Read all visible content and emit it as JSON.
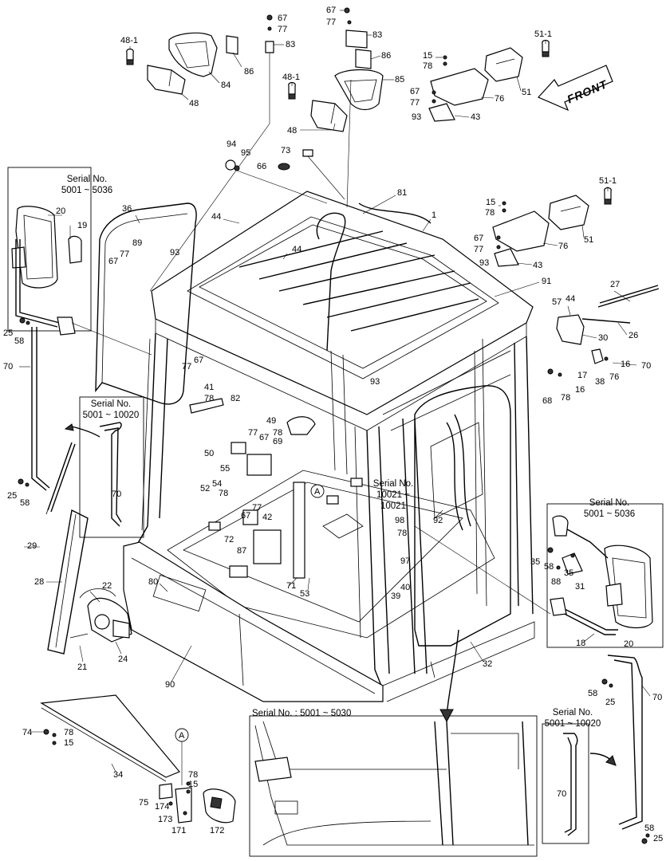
{
  "front_label": "FRONT",
  "callout_A": "A",
  "serial_notes": {
    "left_mirror": "Serial No.\n5001 ~ 5036",
    "left_handrail": "Serial No.\n5001 ~ 10020",
    "right_mirror": "Serial No.\n5001 ~ 5036",
    "mid_handrail": "Serial No.\n10021 ~\n10021",
    "bottom_inset": "Serial No. : 5001 ~ 5030",
    "right_handrail": "Serial No.\n5001 ~ 10020"
  },
  "part_labels": {
    "p1": "1",
    "p15a": "15",
    "p15b": "15",
    "p15c": "15",
    "p15d": "15",
    "p16a": "16",
    "p16b": "16",
    "p17": "17",
    "p18": "18",
    "p19": "19",
    "p20a": "20",
    "p20b": "20",
    "p21": "21",
    "p22": "22",
    "p24": "24",
    "p25a": "25",
    "p25b": "25",
    "p25c": "25",
    "p25d": "25",
    "p26": "26",
    "p27": "27",
    "p28": "28",
    "p29": "29",
    "p30": "30",
    "p31": "31",
    "p32": "32",
    "p34": "34",
    "p35a": "35",
    "p35b": "35",
    "p36": "36",
    "p38": "38",
    "p39": "39",
    "p40": "40",
    "p41": "41",
    "p42": "42",
    "p43a": "43",
    "p43b": "43",
    "p44a": "44",
    "p44b": "44",
    "p44c": "44",
    "p48a": "48",
    "p48b": "48",
    "p48_1a": "48-1",
    "p48_1b": "48-1",
    "p49": "49",
    "p50": "50",
    "p51a": "51",
    "p51b": "51",
    "p51_1a": "51-1",
    "p51_1b": "51-1",
    "p52": "52",
    "p53": "53",
    "p54": "54",
    "p55": "55",
    "p57": "57",
    "p58a": "58",
    "p58b": "58",
    "p58c": "58",
    "p58d": "58",
    "p58e": "58",
    "p66": "66",
    "p67a": "67",
    "p67b": "67",
    "p67c": "67",
    "p67d": "67",
    "p67e": "67",
    "p67f": "67",
    "p67g": "67",
    "p67h": "67",
    "p68": "68",
    "p69": "69",
    "p70a": "70",
    "p70b": "70",
    "p70c": "70",
    "p70d": "70",
    "p70e": "70",
    "p71": "71",
    "p72": "72",
    "p73": "73",
    "p74": "74",
    "p75": "75",
    "p76a": "76",
    "p76b": "76",
    "p76c": "76",
    "p77a": "77",
    "p77b": "77",
    "p77c": "77",
    "p77d": "77",
    "p77e": "77",
    "p77f": "77",
    "p77g": "77",
    "p77h": "77",
    "p78a": "78",
    "p78b": "78",
    "p78c": "78",
    "p78d": "78",
    "p78e": "78",
    "p78f": "78",
    "p78g": "78",
    "p78h": "78",
    "p78i": "78",
    "p80": "80",
    "p81": "81",
    "p82": "82",
    "p83a": "83",
    "p83b": "83",
    "p84": "84",
    "p85": "85",
    "p86a": "86",
    "p86b": "86",
    "p87": "87",
    "p88": "88",
    "p89": "89",
    "p90": "90",
    "p91": "91",
    "p92": "92",
    "p93a": "93",
    "p93b": "93",
    "p93c": "93",
    "p93d": "93",
    "p94": "94",
    "p95": "95",
    "p97": "97",
    "p98": "98",
    "p171": "171",
    "p172": "172",
    "p173": "173",
    "p174": "174"
  }
}
